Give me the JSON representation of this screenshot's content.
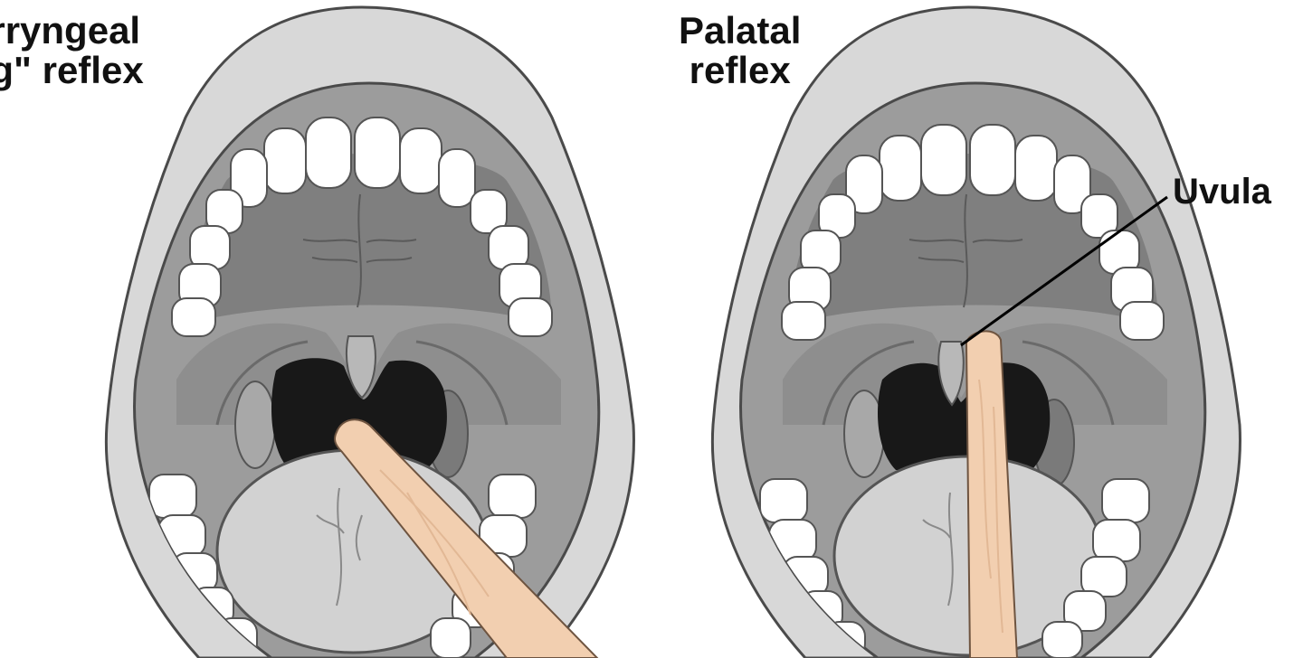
{
  "labels": {
    "left_line1": "arryngeal",
    "left_line2": "ag\" reflex",
    "right_line1": "Palatal",
    "right_line2": "reflex",
    "uvula": "Uvula"
  },
  "colors": {
    "lip": "#d4d4d4",
    "lip_edge": "#555555",
    "mouth_interior": "#9a9a9a",
    "palate": "#8a8a8a",
    "teeth": "#ffffff",
    "throat": "#161616",
    "tongue": "#cfcfcf",
    "tongue_depressor": "#f2cfb0"
  }
}
